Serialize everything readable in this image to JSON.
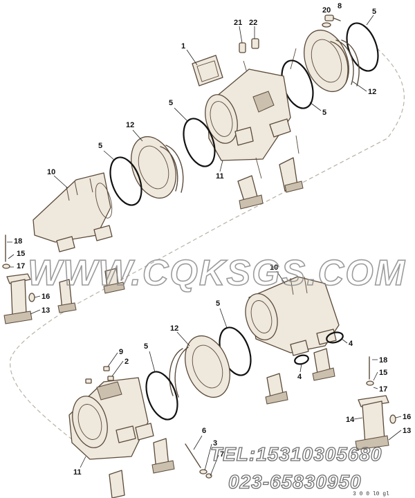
{
  "diagram": {
    "callouts_top": [
      {
        "id": "c1",
        "label": "1"
      },
      {
        "id": "c21",
        "label": "21"
      },
      {
        "id": "c22",
        "label": "22"
      },
      {
        "id": "c20",
        "label": "20"
      },
      {
        "id": "c8",
        "label": "8"
      },
      {
        "id": "c5a",
        "label": "5"
      },
      {
        "id": "c12a",
        "label": "12"
      },
      {
        "id": "c5b",
        "label": "5"
      },
      {
        "id": "c5c",
        "label": "5"
      },
      {
        "id": "c12b",
        "label": "12"
      },
      {
        "id": "c5d",
        "label": "5"
      },
      {
        "id": "c11a",
        "label": "11"
      },
      {
        "id": "c10a",
        "label": "10"
      },
      {
        "id": "c18a",
        "label": "18"
      },
      {
        "id": "c15a",
        "label": "15"
      },
      {
        "id": "c17a",
        "label": "17"
      },
      {
        "id": "c16a",
        "label": "16"
      },
      {
        "id": "c13a",
        "label": "13"
      }
    ],
    "callouts_bottom": [
      {
        "id": "c10b",
        "label": "10"
      },
      {
        "id": "c5e",
        "label": "5"
      },
      {
        "id": "c12c",
        "label": "12"
      },
      {
        "id": "c5f",
        "label": "5"
      },
      {
        "id": "c9",
        "label": "9"
      },
      {
        "id": "c2",
        "label": "2"
      },
      {
        "id": "c4a",
        "label": "4"
      },
      {
        "id": "c4b",
        "label": "4"
      },
      {
        "id": "c18b",
        "label": "18"
      },
      {
        "id": "c15b",
        "label": "15"
      },
      {
        "id": "c17b",
        "label": "17"
      },
      {
        "id": "c14",
        "label": "14"
      },
      {
        "id": "c16b",
        "label": "16"
      },
      {
        "id": "c13b",
        "label": "13"
      },
      {
        "id": "c6",
        "label": "6"
      },
      {
        "id": "c3",
        "label": "3"
      },
      {
        "id": "c7",
        "label": "7"
      },
      {
        "id": "c11b",
        "label": "11"
      }
    ]
  },
  "watermark": "WWW.CQKSGS.COM",
  "contact": {
    "tel": "TEL:15310305680",
    "phone2": "023-65830950"
  },
  "ref_code": "3 0 0 l0 gl"
}
